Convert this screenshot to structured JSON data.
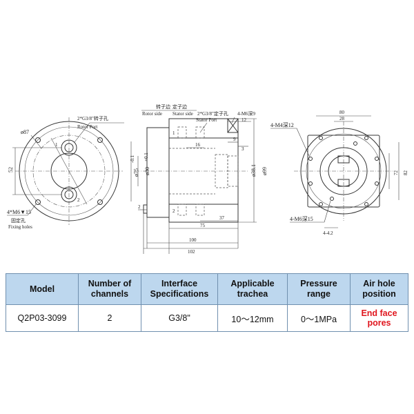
{
  "drawing": {
    "left_view": {
      "dia_87": "ø87",
      "rotor_port_label_cn": "2*G3/8\"转子孔",
      "rotor_port_label_en": "Rotor Port",
      "dim_52": "52",
      "num_1": "1",
      "num_2": "2",
      "fixing_label": "4*M6▼15",
      "fixing_label_cn": "固定孔",
      "fixing_label_en": "Fixing holes"
    },
    "center_view": {
      "rotor_side_cn": "转子边",
      "stator_side_cn": "定子边",
      "rotor_side_en": "Rotor side",
      "stator_side_en": "Stator side",
      "stator_port_cn": "2*G3/8\"定子孔",
      "stator_port_en": "Stator Port",
      "m6_label": "4-M6深9",
      "dim_12": "12",
      "dim_16": "16",
      "dim_9": "9",
      "dim_3": "3",
      "dim_2": "2",
      "dim_75": "75",
      "dim_37": "37",
      "dim_100": "100",
      "dim_102": "102",
      "dia_75": "ø75",
      "dia_75_tol": "-0.1",
      "dia_30": "ø30",
      "dia_30_tol": "+0.1",
      "dia_38_1": "ø38.1",
      "dia_99": "ø99",
      "num_1": "1",
      "num_2": "2"
    },
    "right_view": {
      "m4_label": "4-M4深12",
      "m6_label": "4-M6深15",
      "dim_80": "80",
      "dim_28": "28",
      "dim_82": "82",
      "dim_72": "72",
      "dim_4_2": "4-4.2"
    }
  },
  "table": {
    "headers": [
      "Model",
      "Number of channels",
      "Interface Specifications",
      "Applicable trachea",
      "Pressure range",
      "Air hole position"
    ],
    "header_lines": [
      [
        "Model"
      ],
      [
        "Number of",
        "channels"
      ],
      [
        "Interface",
        "Specifications"
      ],
      [
        "Applicable",
        "trachea"
      ],
      [
        "Pressure",
        "range"
      ],
      [
        "Air hole position"
      ]
    ],
    "rows": [
      [
        "Q2P03-3099",
        "2",
        "G3/8\"",
        "10～12mm",
        "0～1MPa",
        "End face pores"
      ]
    ],
    "header_color": "#bdd7ee",
    "highlight_color": "#e0161e"
  }
}
